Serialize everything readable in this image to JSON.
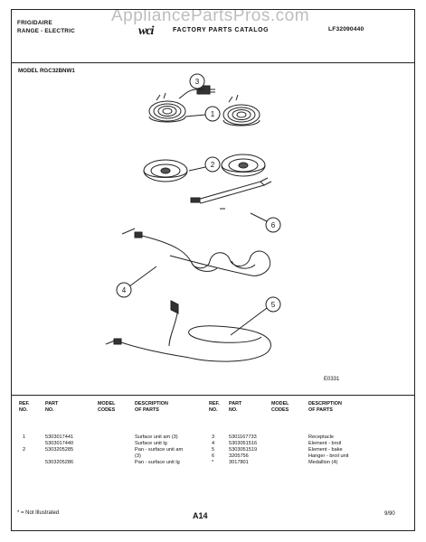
{
  "header": {
    "brand": "FRIGIDAIRE",
    "category": "RANGE - ELECTRIC",
    "catalog_title": "FACTORY PARTS CATALOG",
    "catalog_number": "LF32090440",
    "watermark": "AppliancePartsPros.com"
  },
  "model_label": "MODEL RGC32BNW1",
  "diagram": {
    "callouts": [
      "1",
      "2",
      "3",
      "4",
      "5",
      "6"
    ],
    "code": "E0331"
  },
  "table": {
    "headers": {
      "ref": [
        "REF.",
        "NO."
      ],
      "part": [
        "PART",
        "NO."
      ],
      "model": [
        "MODEL",
        "CODES"
      ],
      "desc": [
        "DESCRIPTION",
        "OF PARTS"
      ]
    },
    "left": [
      {
        "ref": "1",
        "part": "5303017441",
        "desc": "Surface unit am (3)"
      },
      {
        "ref": "",
        "part": "5303017440",
        "desc": "Surface unit lg"
      },
      {
        "ref": "2",
        "part": "5303205285",
        "desc": "Pan - surface unit am"
      },
      {
        "ref": "",
        "part": "",
        "desc": "(3)"
      },
      {
        "ref": "",
        "part": "5303205286",
        "desc": "Pan - surface unit lg"
      }
    ],
    "right": [
      {
        "ref": "3",
        "part": "5301167733",
        "desc": "Receptacle"
      },
      {
        "ref": "4",
        "part": "5303051516",
        "desc": "Element - broil"
      },
      {
        "ref": "5",
        "part": "5303051519",
        "desc": "Element - bake"
      },
      {
        "ref": "6",
        "part": "3205756",
        "desc": "Hanger - broil unit"
      },
      {
        "ref": "*",
        "part": "3017801",
        "desc": "Medallion (4)"
      }
    ]
  },
  "footer": {
    "note": "* = Not Illustrated",
    "page": "A14",
    "date": "9/90"
  }
}
